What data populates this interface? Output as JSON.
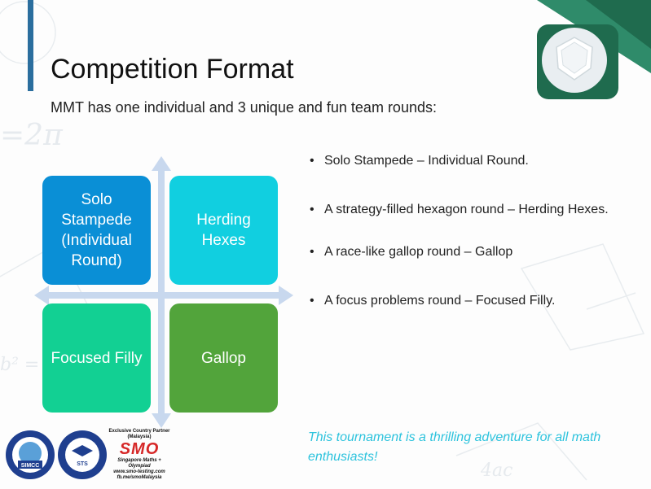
{
  "slide": {
    "title": "Competition Format",
    "subtitle": "MMT has one individual and 3 unique and fun team rounds:"
  },
  "matrix": {
    "quadrants": [
      {
        "label": "Solo Stampede (Individual Round)",
        "color": "#0a8fd6"
      },
      {
        "label": "Herding Hexes",
        "color": "#11cfe0"
      },
      {
        "label": "Focused Filly",
        "color": "#12d093"
      },
      {
        "label": "Gallop",
        "color": "#52a43b"
      }
    ],
    "arrow_color": "#c8d8ee"
  },
  "bullets": [
    "Solo Stampede – Individual Round.",
    "A strategy-filled hexagon round – Herding Hexes.",
    "A race-like gallop round – Gallop",
    "A focus problems round – Focused Filly."
  ],
  "tagline": "This tournament is a thrilling adventure for all math enthusiasts!",
  "logos": {
    "simcc_text": "SIMCC",
    "sts_text": "STS",
    "smo_partner_line1": "Exclusive Country Partner",
    "smo_partner_line2": "(Malaysia)",
    "smo_mark": "SMO",
    "smo_tagline": "Singapore Maths + Olympiad",
    "smo_url": "www.smo-testing.com",
    "smo_facebook": "fb.me/smoMalaysia"
  },
  "colors": {
    "accent_bar": "#2b6e9e",
    "corner_dark": "#1f6b4e",
    "corner_mid": "#2f8b6a",
    "tagline": "#2dc3dd"
  }
}
